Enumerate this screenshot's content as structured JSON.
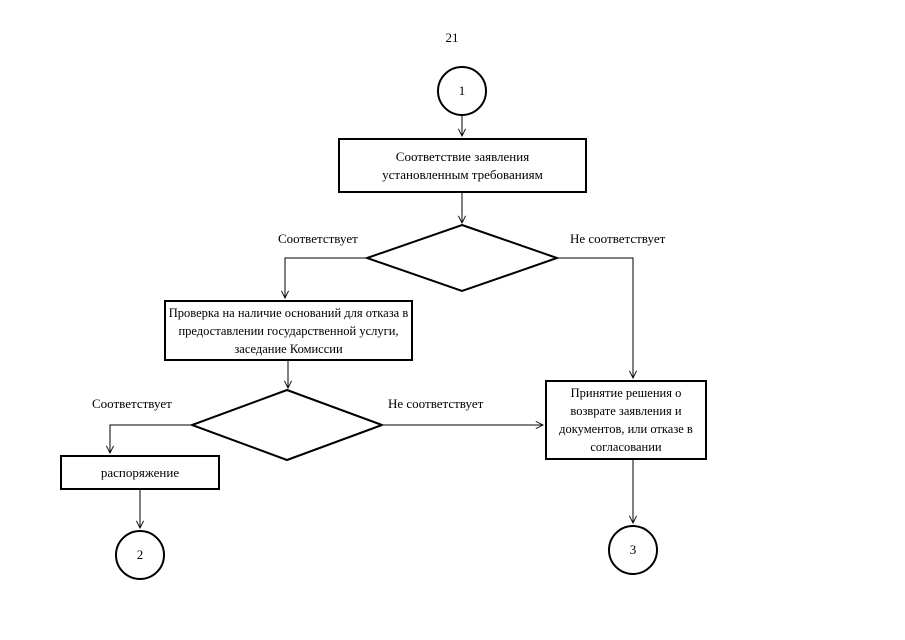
{
  "page": {
    "number": "21"
  },
  "colors": {
    "line": "#000000",
    "background": "#ffffff"
  },
  "connectors": {
    "start": "1",
    "end_left": "2",
    "end_right": "3"
  },
  "nodes": {
    "box_requirements": {
      "lines": [
        "Соответствие заявления",
        "установленным требованиям"
      ]
    },
    "box_grounds": {
      "lines": [
        "Проверка на наличие оснований для отказа в",
        "предоставлении государственной услуги,",
        "заседание Комиссии"
      ]
    },
    "box_order": {
      "lines": [
        "распоряжение"
      ]
    },
    "box_decision": {
      "lines": [
        "Принятие решения о",
        "возврате заявления и",
        "документов, или отказе в",
        "согласовании"
      ]
    }
  },
  "edge_labels": {
    "diamond1_yes": "Соответствует",
    "diamond1_no": "Не соответствует",
    "diamond2_yes": "Соответствует",
    "diamond2_no": "Не соответствует"
  }
}
